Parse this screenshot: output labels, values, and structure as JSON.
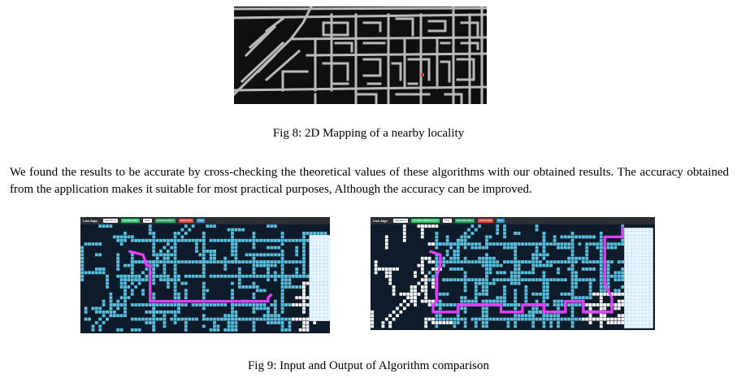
{
  "figure8": {
    "caption": "Fig 8: 2D Mapping of a nearby locality"
  },
  "paragraph": "We found the results to be accurate by cross-checking the theoretical values of these algorithms with our obtained results. The accuracy obtained from the application makes it suitable for most practical purposes, Although the accuracy can be improved.",
  "figure9": {
    "caption": "Fig 9: Input and Output of Algorithm comparison",
    "left_toolbar": {
      "brand": "Live Algo",
      "buttons": [
        {
          "label": "Algorithms",
          "color": "#ffffff",
          "text_color": "#333333"
        },
        {
          "label": "Visualize Algo",
          "color": "#2ecc71",
          "text_color": "#ffffff"
        },
        {
          "label": "Clear",
          "color": "#ffffff",
          "text_color": "#333333"
        },
        {
          "label": "Generate Maze",
          "color": "#27ae60",
          "text_color": "#ffffff"
        },
        {
          "label": "Clear Path",
          "color": "#e74c3c",
          "text_color": "#ffffff"
        },
        {
          "label": "Stop",
          "color": "#3498db",
          "text_color": "#ffffff"
        }
      ]
    },
    "right_toolbar": {
      "brand": "Live Algo",
      "buttons": [
        {
          "label": "Algorithms",
          "color": "#ffffff",
          "text_color": "#333333"
        },
        {
          "label": "Visualize Dijkstra vs A*",
          "color": "#2ecc71",
          "text_color": "#ffffff"
        },
        {
          "label": "Clear",
          "color": "#ffffff",
          "text_color": "#333333"
        },
        {
          "label": "Generate Maze",
          "color": "#27ae60",
          "text_color": "#ffffff"
        },
        {
          "label": "Clear Path",
          "color": "#e74c3c",
          "text_color": "#ffffff"
        },
        {
          "label": "Stop",
          "color": "#3498db",
          "text_color": "#ffffff"
        }
      ]
    }
  },
  "colors": {
    "map_background": "#0d1b2a",
    "road": "#b9b9b9",
    "visited": "#5bc0de",
    "path": "#e040fb",
    "wall": "#ffffff",
    "start_node": "#e53935"
  }
}
